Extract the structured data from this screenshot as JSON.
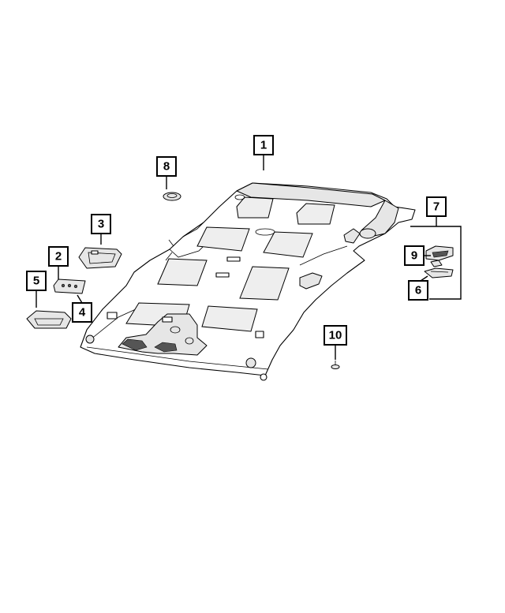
{
  "callouts": {
    "c1": "1",
    "c2": "2",
    "c3": "3",
    "c4": "4",
    "c5": "5",
    "c6": "6",
    "c7": "7",
    "c8": "8",
    "c9": "9",
    "c10": "10"
  },
  "colors": {
    "line": "#000000",
    "background": "#ffffff",
    "part_fill": "#e6e6e6"
  }
}
